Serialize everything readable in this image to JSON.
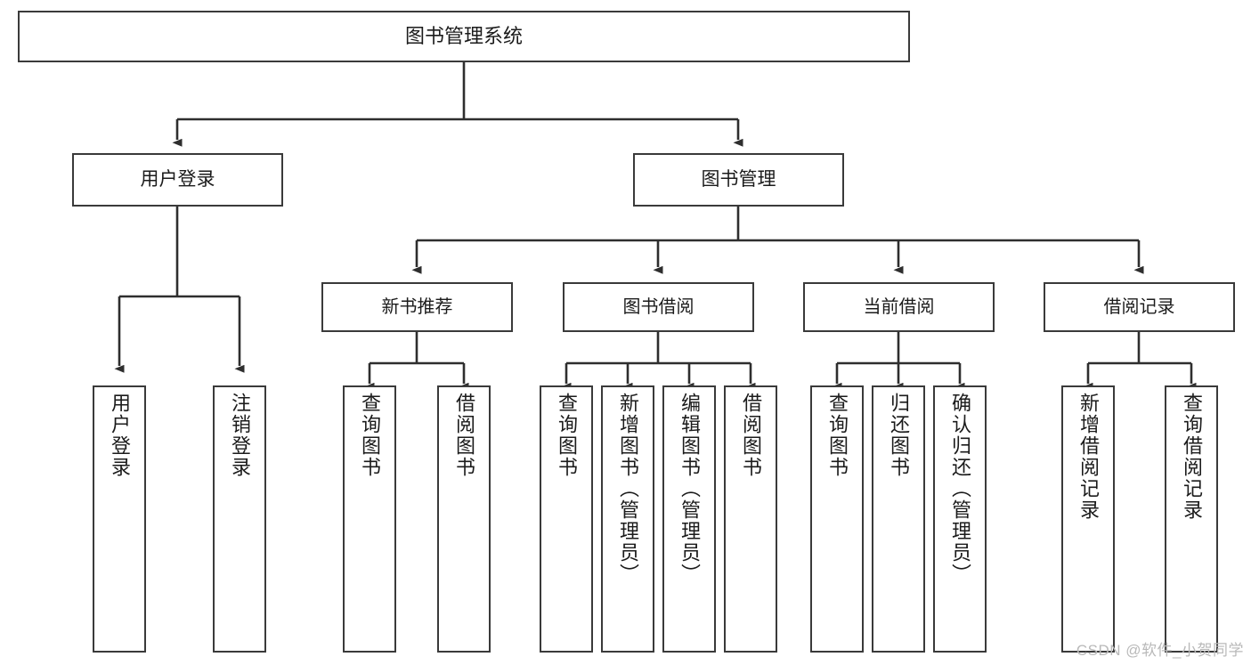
{
  "diagram": {
    "title": "图书管理系统",
    "type": "hierarchy-tree",
    "background_color": "#ffffff",
    "box_border_color": "#3a3a3a",
    "connector_color": "#2e2e2e",
    "root": {
      "id": "root",
      "label": "图书管理系统"
    },
    "level2": [
      {
        "id": "user-login",
        "label": "用户登录"
      },
      {
        "id": "book-manage",
        "label": "图书管理"
      }
    ],
    "groups": [
      {
        "id": "new-book-recommend",
        "label": "新书推荐"
      },
      {
        "id": "book-borrow",
        "label": "图书借阅"
      },
      {
        "id": "current-borrow",
        "label": "当前借阅"
      },
      {
        "id": "borrow-record",
        "label": "借阅记录"
      }
    ],
    "leaves": [
      {
        "id": "leaf-user-login",
        "parent": "user-login",
        "label": "用户登录"
      },
      {
        "id": "leaf-logout",
        "parent": "user-login",
        "label": "注销登录"
      },
      {
        "id": "leaf-query-book-1",
        "parent": "new-book-recommend",
        "label": "查询图书"
      },
      {
        "id": "leaf-borrow-book-1",
        "parent": "new-book-recommend",
        "label": "借阅图书"
      },
      {
        "id": "leaf-query-book-2",
        "parent": "book-borrow",
        "label": "查询图书"
      },
      {
        "id": "leaf-add-book",
        "parent": "book-borrow",
        "label": "新增图书（管理员）"
      },
      {
        "id": "leaf-edit-book",
        "parent": "book-borrow",
        "label": "编辑图书（管理员）"
      },
      {
        "id": "leaf-borrow-book-2",
        "parent": "book-borrow",
        "label": "借阅图书"
      },
      {
        "id": "leaf-query-book-3",
        "parent": "current-borrow",
        "label": "查询图书"
      },
      {
        "id": "leaf-return-book",
        "parent": "current-borrow",
        "label": "归还图书"
      },
      {
        "id": "leaf-confirm-return",
        "parent": "current-borrow",
        "label": "确认归还（管理员）"
      },
      {
        "id": "leaf-add-record",
        "parent": "borrow-record",
        "label": "新增借阅记录"
      },
      {
        "id": "leaf-query-record",
        "parent": "borrow-record",
        "label": "查询借阅记录"
      }
    ],
    "watermark": "CSDN @软件_小贺同学"
  }
}
